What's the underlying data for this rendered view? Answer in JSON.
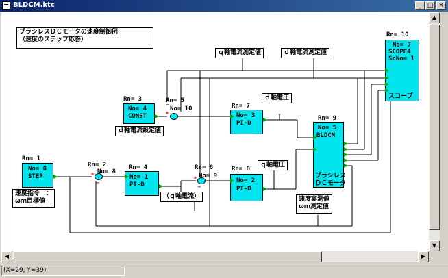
{
  "window": {
    "title": "BLDCM.ktc",
    "minimize": "_",
    "maximize": "□",
    "close": "×"
  },
  "status": {
    "coords": "(X=29, Y=39)"
  },
  "diagram": {
    "title_line1": "ブラシレスＤＣモータの速度制御例",
    "title_line2": "（速度のステップ応答）",
    "blocks": [
      {
        "rn": "Rn= 1",
        "no": "No= 0",
        "label": "STEP"
      },
      {
        "rn": "Rn= 3",
        "no": "No= 4",
        "label": "CONST"
      },
      {
        "rn": "Rn= 4",
        "no": "No= 1",
        "label": "PI-D"
      },
      {
        "rn": "Rn= 7",
        "no": "No= 3",
        "label": "PI-D"
      },
      {
        "rn": "Rn= 8",
        "no": "No= 2",
        "label": "PI-D"
      },
      {
        "rn": "Rn= 9",
        "no": "No= 5",
        "label": "BLDCM",
        "sub1": "ブラシレス",
        "sub2": "ＤＣモータ"
      },
      {
        "rn": "Rn= 10",
        "no": "No= 7",
        "label": "SCOPE4",
        "extra": "ScNo= 1",
        "sub1": "スコープ"
      }
    ],
    "sums": [
      {
        "rn": "Rn= 2",
        "no": "No= 8"
      },
      {
        "rn": "Rn= 5",
        "no": "No= 10"
      },
      {
        "rn": "Rn= 6",
        "no": "No= 9"
      }
    ],
    "labels": {
      "const_value": "ｄ軸電流設定値",
      "q_current_measured": "ｑ軸電流測定値",
      "d_current_measured": "ｄ軸電流測定値",
      "d_voltage": "ｄ軸電圧",
      "q_voltage": "ｑ軸電圧",
      "q_current": "（ｑ軸電流）",
      "speed_cmd_line1": "速度指令　：",
      "speed_cmd_line2": "ωｍ目標値",
      "speed_meas_line1": "速度実測値",
      "speed_meas_line2": "ωｍ測定値"
    },
    "signs": {
      "plus": "+",
      "minus": "−"
    }
  },
  "colors": {
    "block_fill": "#00e5ee",
    "port": "#00a000",
    "titlebar": "#0a246a"
  }
}
